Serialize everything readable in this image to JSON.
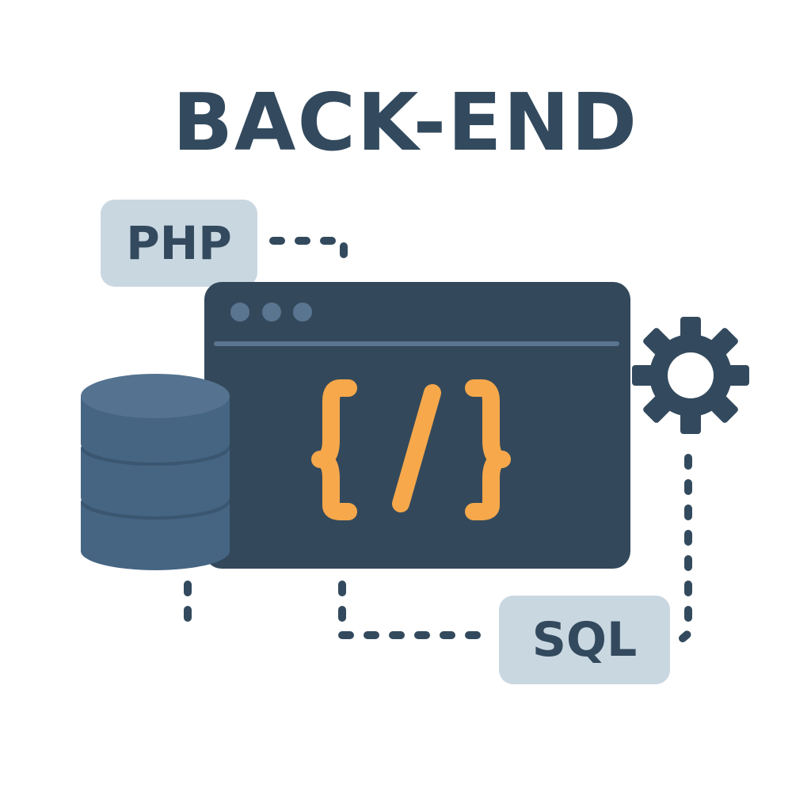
{
  "title": "BACK-END",
  "tags": {
    "php": "PHP",
    "sql": "SQL"
  },
  "window": {
    "code_symbol": "{/}",
    "dots": 3
  },
  "icons": [
    "database-icon",
    "gear-icon",
    "code-window-icon"
  ],
  "colors": {
    "primary": "#334a5e",
    "accent": "#f6a84b",
    "tag_bg": "#c9d7e1",
    "db": "#456583"
  }
}
